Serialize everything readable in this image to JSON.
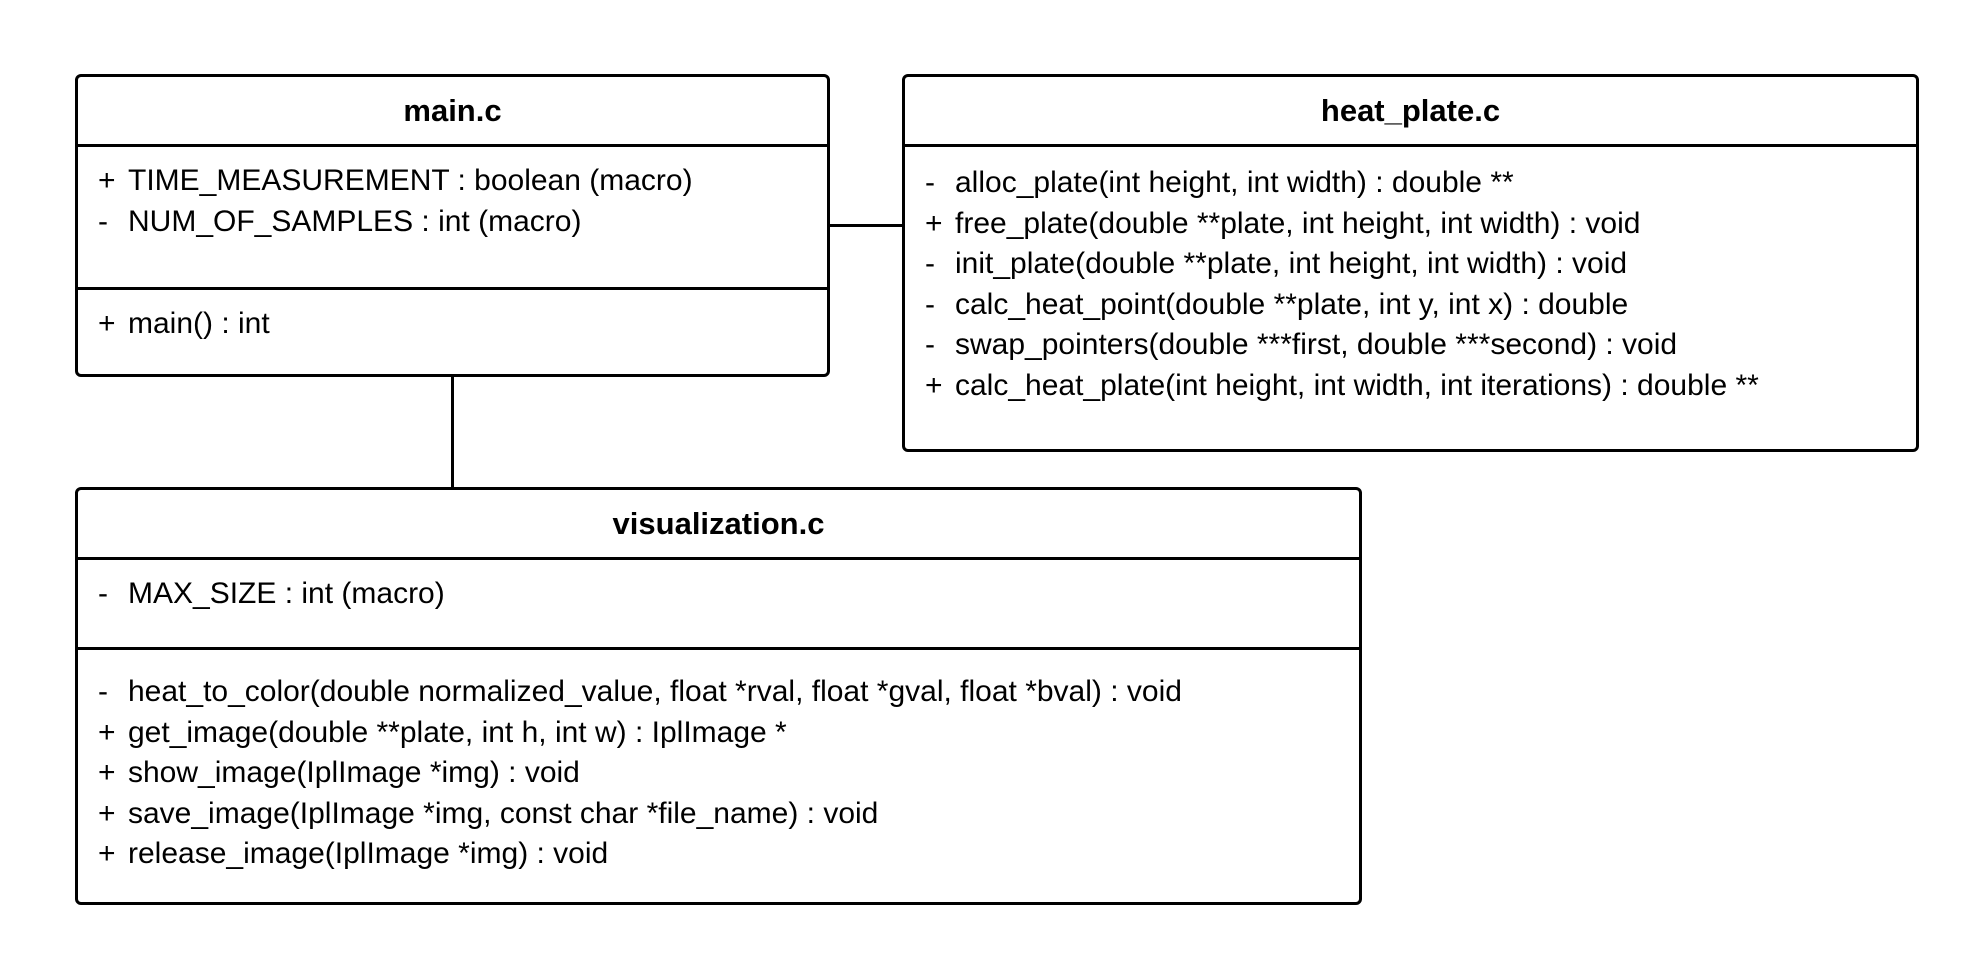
{
  "diagram": {
    "boxes": {
      "main": {
        "title": "main.c",
        "attributes": [
          {
            "visibility": "+",
            "text": "TIME_MEASUREMENT : boolean (macro)"
          },
          {
            "visibility": "-",
            "text": "NUM_OF_SAMPLES : int (macro)"
          }
        ],
        "operations": [
          {
            "visibility": "+",
            "text": "main() : int"
          }
        ]
      },
      "heat_plate": {
        "title": "heat_plate.c",
        "operations": [
          {
            "visibility": "-",
            "text": "alloc_plate(int height, int width) : double **"
          },
          {
            "visibility": "+",
            "text": "free_plate(double **plate, int height, int width) : void"
          },
          {
            "visibility": "-",
            "text": "init_plate(double **plate, int height, int width) : void"
          },
          {
            "visibility": "-",
            "text": "calc_heat_point(double **plate, int y, int x) : double"
          },
          {
            "visibility": "-",
            "text": "swap_pointers(double ***first, double ***second) : void"
          },
          {
            "visibility": "+",
            "text": "calc_heat_plate(int height, int width, int iterations) : double **"
          }
        ]
      },
      "visualization": {
        "title": "visualization.c",
        "attributes": [
          {
            "visibility": "-",
            "text": "MAX_SIZE : int (macro)"
          }
        ],
        "operations": [
          {
            "visibility": "-",
            "text": "heat_to_color(double normalized_value, float *rval, float *gval, float *bval) : void"
          },
          {
            "visibility": "+",
            "text": "get_image(double **plate, int h, int w) : IplImage *"
          },
          {
            "visibility": "+",
            "text": "show_image(IplImage *img) : void"
          },
          {
            "visibility": "+",
            "text": "save_image(IplImage *img, const char *file_name) : void"
          },
          {
            "visibility": "+",
            "text": "release_image(IplImage *img) : void"
          }
        ]
      }
    },
    "connections": [
      {
        "from": "main.c",
        "to": "heat_plate.c"
      },
      {
        "from": "main.c",
        "to": "visualization.c"
      }
    ]
  }
}
